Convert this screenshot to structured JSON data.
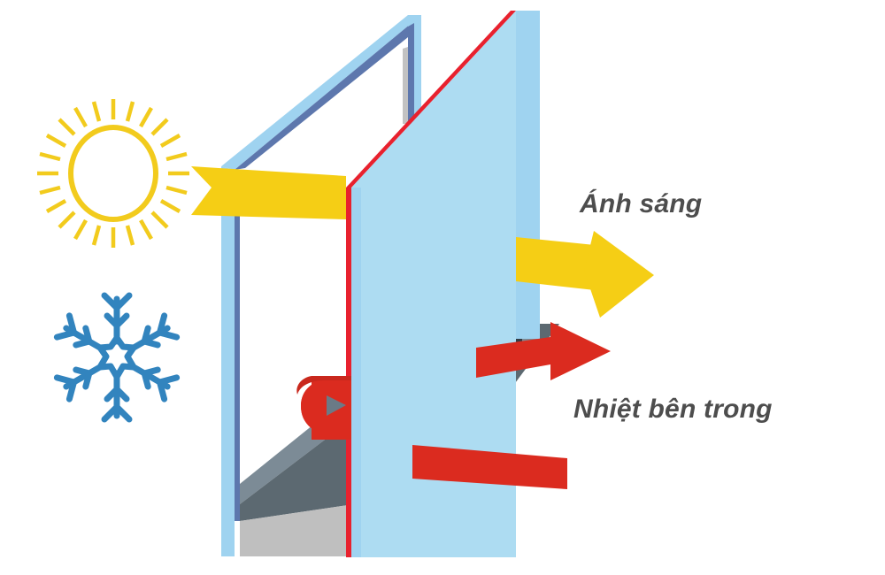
{
  "diagram": {
    "title": "Low-E insulated glazing unit diagram",
    "labels": {
      "light": "Ánh sáng",
      "heat": "Nhiệt bên trong"
    },
    "icons": {
      "sun": "sun-icon",
      "snowflake": "snowflake-icon",
      "light_arrow_in": "yellow-arrow-incoming",
      "light_arrow_out": "yellow-arrow-outgoing",
      "heat_arrow_out": "red-arrow-outgoing",
      "heat_arrow_reflected": "red-arrow-reflected-curl",
      "heat_arrow_bar": "red-arrow-bar"
    },
    "colors": {
      "sun": "#F2CB1D",
      "snowflake": "#3284BE",
      "light_arrow": "#F5CE15",
      "heat_arrow": "#DB2B1F",
      "glass_fill": "#ADDCF2",
      "glass_edge_light": "#9FD3F0",
      "frame_blue_dark": "#5D77AD",
      "frame_red": "#E8212E",
      "sill_dark": "#353D45",
      "sill_mid": "#5C6971",
      "sill_gray": "#7C8B96",
      "sill_light": "#BFBFBF",
      "label_text": "#4D4D4D",
      "background": "#FFFFFF"
    },
    "sun_ray_count": 24,
    "snowflake_arm_count": 6
  }
}
